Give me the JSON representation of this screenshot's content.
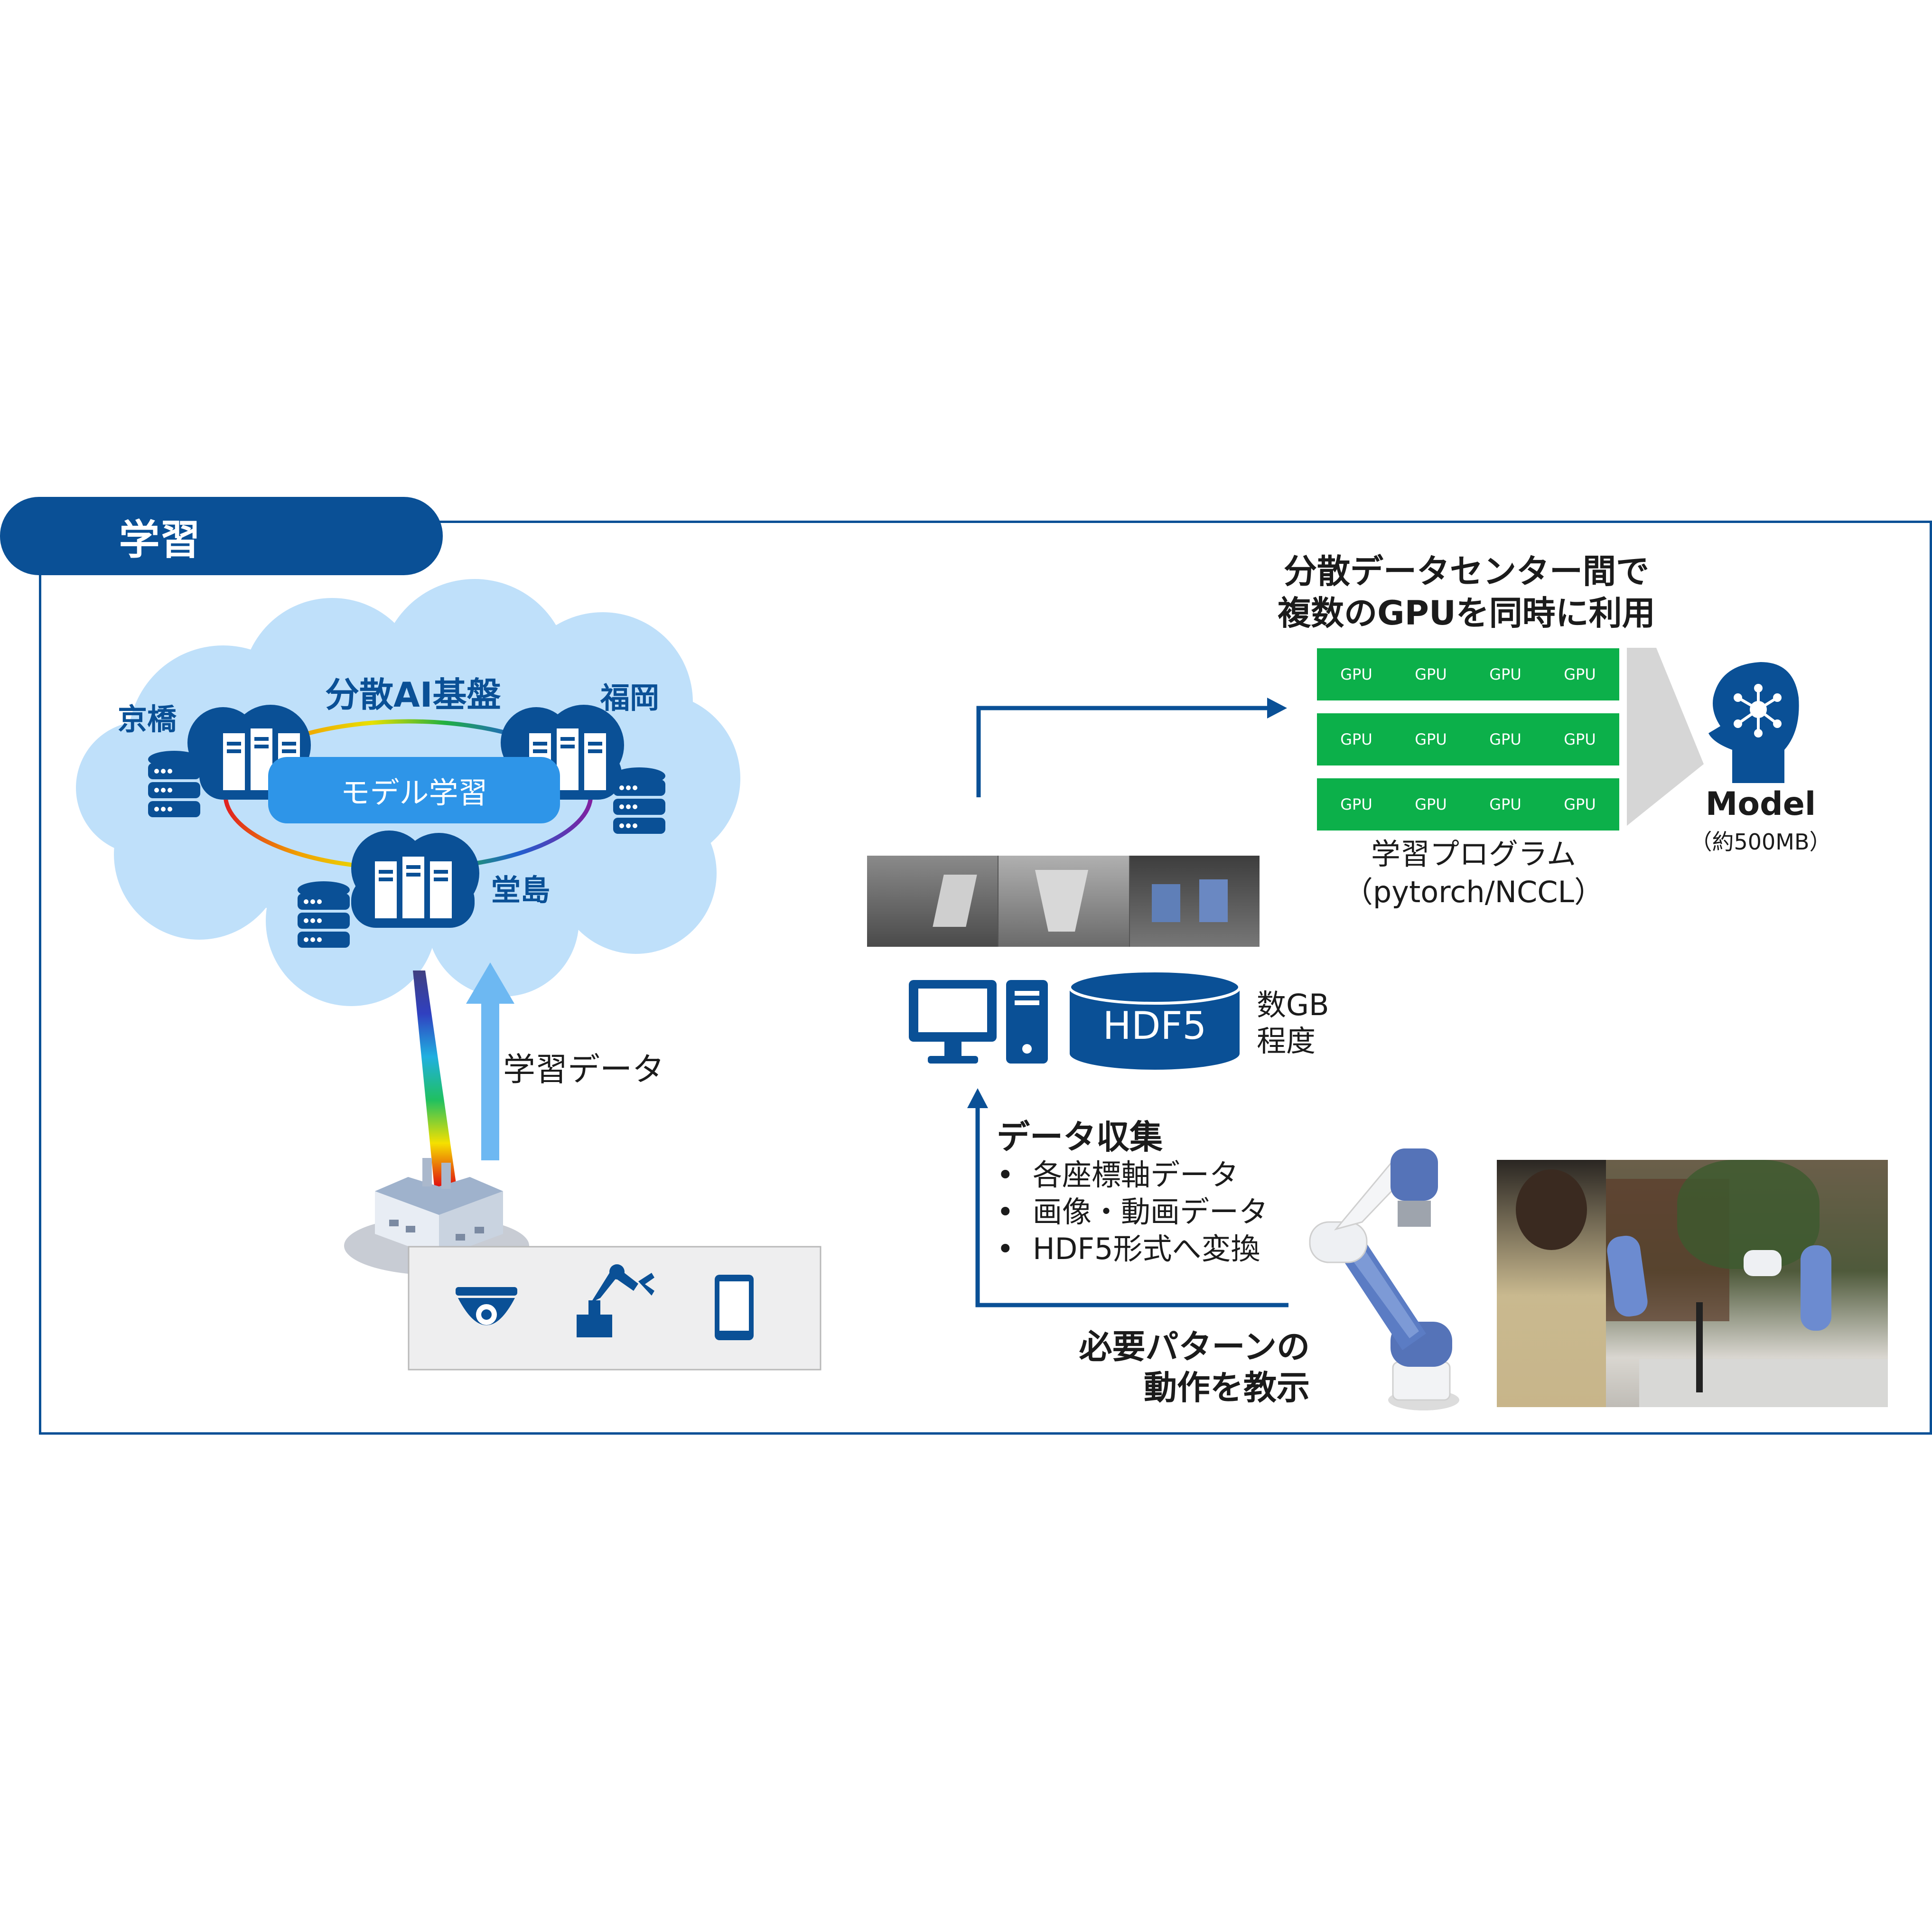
{
  "section": {
    "label": "学習"
  },
  "cloud": {
    "title": "分散AI基盤",
    "center_label": "モデル学習",
    "site_left": "京橋",
    "site_right": "福岡",
    "site_bottom": "堂島"
  },
  "upload": {
    "label": "学習データ"
  },
  "gpu": {
    "heading_line1": "分散データセンター間で",
    "heading_line2": "複数のGPUを同時に利用",
    "cell_label": "GPU",
    "program_line1": "学習プログラム",
    "program_line2": "（pytorch/NCCL）"
  },
  "model": {
    "label": "Model",
    "size": "（約500MB）"
  },
  "storage": {
    "label": "HDF5",
    "size_line1": "数GB",
    "size_line2": "程度"
  },
  "collection": {
    "title": "データ収集",
    "items": [
      "各座標軸データ",
      "画像・動画データ",
      "HDF5形式へ変換"
    ]
  },
  "teach": {
    "line1": "必要パターンの",
    "line2": "動作を教示"
  },
  "colors": {
    "navy": "#0a5096",
    "gpu_green": "#0cb04a",
    "cloud": "#bfe0fa",
    "pill": "#2e95e8"
  }
}
